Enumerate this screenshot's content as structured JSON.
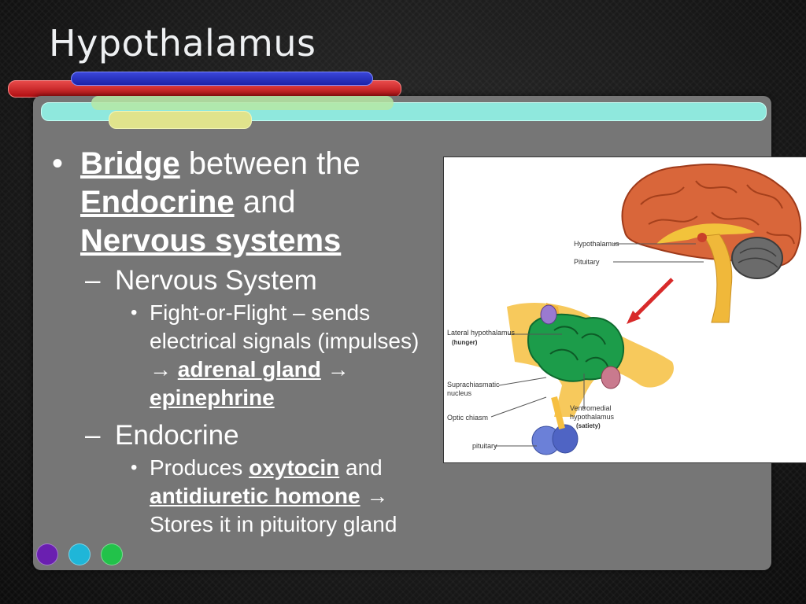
{
  "slide": {
    "title": "Hypothalamus"
  },
  "content": {
    "bullet1": {
      "bridge": "Bridge",
      "text1": " between the ",
      "endocrine": "Endocrine",
      "text2": " and ",
      "nervous_systems": "Nervous systems"
    },
    "sub1": {
      "label": "Nervous System",
      "item": {
        "text1": "Fight-or-Flight – sends electrical signals (impulses) ",
        "arrow1": "→",
        "adrenal_gland": "adrenal gland",
        "arrow2": "→",
        "epinephrine": "epinephrine"
      }
    },
    "sub2": {
      "label": "Endocrine",
      "item": {
        "text1": "Produces ",
        "oxytocin": "oxytocin",
        "text2": " and ",
        "adh": "antidiuretic homone",
        "arrow": "→",
        "text3": "Stores it in pituitory gland"
      }
    }
  },
  "figure": {
    "labels": {
      "hypothalamus": "Hypothalamus",
      "pituitary_top": "Pituitary",
      "lateral": "Lateral hypothalamus",
      "hunger": "(hunger)",
      "suprachiasmatic": "Suprachiasmatic",
      "nucleus": "nucleus",
      "optic_chiasm": "Optic chiasm",
      "pituitary_bottom": "pituitary",
      "ventromedial": "Ventromedial",
      "ventromedial2": "hypothalamus",
      "satiety": "(satiety)"
    }
  },
  "colors": {
    "dot1": "#6a1fb0",
    "dot2": "#1fb6d8",
    "dot3": "#22c24a"
  }
}
